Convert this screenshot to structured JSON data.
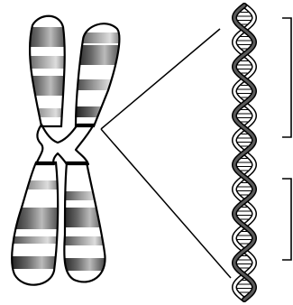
{
  "figure": {
    "subject": "chromosome-with-dna-double-helix",
    "colors": {
      "stroke": "#000000",
      "band_dark": "#3a3a3a",
      "band_mid": "#8a8a8a",
      "band_light": "#d6d6d6",
      "background": "#ffffff"
    },
    "chromosome": {
      "arms": [
        "upper-left",
        "upper-right",
        "lower-left",
        "lower-right"
      ],
      "bands_per_arm": 4
    },
    "dna_helix": {
      "strands": 2,
      "turns": 6
    },
    "brackets": [
      {
        "id": "bracket-upper"
      },
      {
        "id": "bracket-lower"
      }
    ],
    "zoom_lines": 2
  }
}
